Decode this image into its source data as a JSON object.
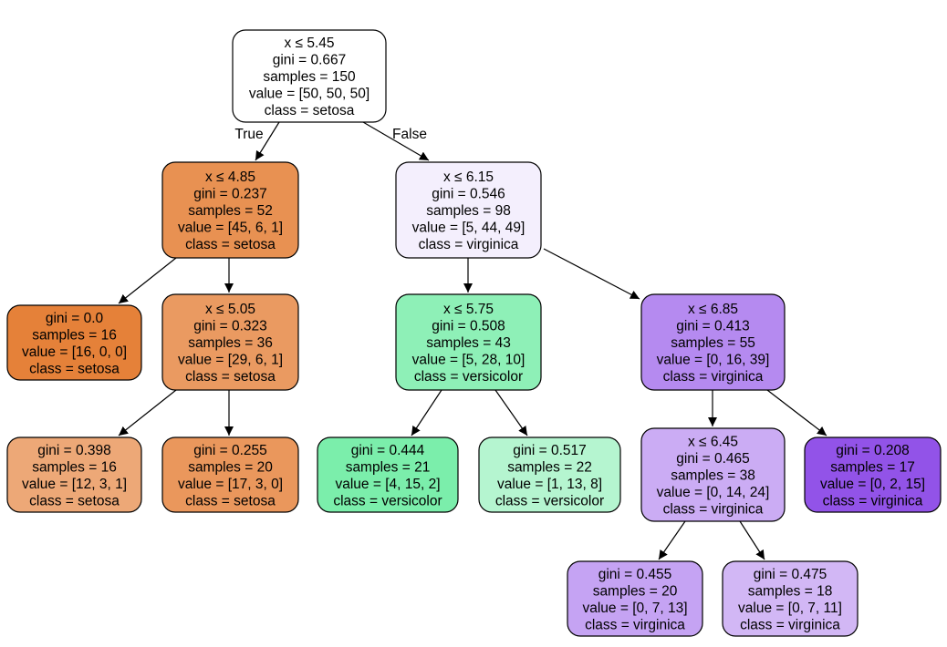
{
  "edge_labels": {
    "true_label": "True",
    "false_label": "False"
  },
  "nodes": {
    "n0": {
      "lines": [
        "x ≤ 5.45",
        "gini = 0.667",
        "samples = 150",
        "value = [50, 50, 50]",
        "class = setosa"
      ],
      "fill": "#ffffff"
    },
    "n1": {
      "lines": [
        "x ≤ 4.85",
        "gini = 0.237",
        "samples = 52",
        "value = [45, 6, 1]",
        "class = setosa"
      ],
      "fill": "#e89152"
    },
    "n2": {
      "lines": [
        "gini = 0.0",
        "samples = 16",
        "value = [16, 0, 0]",
        "class = setosa"
      ],
      "fill": "#e58139"
    },
    "n3": {
      "lines": [
        "x ≤ 5.05",
        "gini = 0.323",
        "samples = 36",
        "value = [29, 6, 1]",
        "class = setosa"
      ],
      "fill": "#ea9a61"
    },
    "n4": {
      "lines": [
        "gini = 0.398",
        "samples = 16",
        "value = [12, 3, 1]",
        "class = setosa"
      ],
      "fill": "#eda877"
    },
    "n5": {
      "lines": [
        "gini = 0.255",
        "samples = 20",
        "value = [17, 3, 0]",
        "class = setosa"
      ],
      "fill": "#ea975c"
    },
    "n6": {
      "lines": [
        "x ≤ 6.15",
        "gini = 0.546",
        "samples = 98",
        "value = [5, 44, 49]",
        "class = virginica"
      ],
      "fill": "#f4effd"
    },
    "n7": {
      "lines": [
        "x ≤ 5.75",
        "gini = 0.508",
        "samples = 43",
        "value = [5, 28, 10]",
        "class = versicolor"
      ],
      "fill": "#8ef0b7"
    },
    "n8": {
      "lines": [
        "gini = 0.444",
        "samples = 21",
        "value = [4, 15, 2]",
        "class = versicolor"
      ],
      "fill": "#7beeab"
    },
    "n9": {
      "lines": [
        "gini = 0.517",
        "samples = 22",
        "value = [1, 13, 8]",
        "class = versicolor"
      ],
      "fill": "#b5f5d0"
    },
    "n10": {
      "lines": [
        "x ≤ 6.85",
        "gini = 0.413",
        "samples = 55",
        "value = [0, 16, 39]",
        "class = virginica"
      ],
      "fill": "#b58af0"
    },
    "n11": {
      "lines": [
        "x ≤ 6.45",
        "gini = 0.465",
        "samples = 38",
        "value = [0, 14, 24]",
        "class = virginica"
      ],
      "fill": "#cbacf4"
    },
    "n12": {
      "lines": [
        "gini = 0.455",
        "samples = 20",
        "value = [0, 7, 13]",
        "class = virginica"
      ],
      "fill": "#c5a3f3"
    },
    "n13": {
      "lines": [
        "gini = 0.475",
        "samples = 18",
        "value = [0, 7, 11]",
        "class = virginica"
      ],
      "fill": "#d2b7f5"
    },
    "n14": {
      "lines": [
        "gini = 0.208",
        "samples = 17",
        "value = [0, 2, 15]",
        "class = virginica"
      ],
      "fill": "#9253e8"
    }
  }
}
